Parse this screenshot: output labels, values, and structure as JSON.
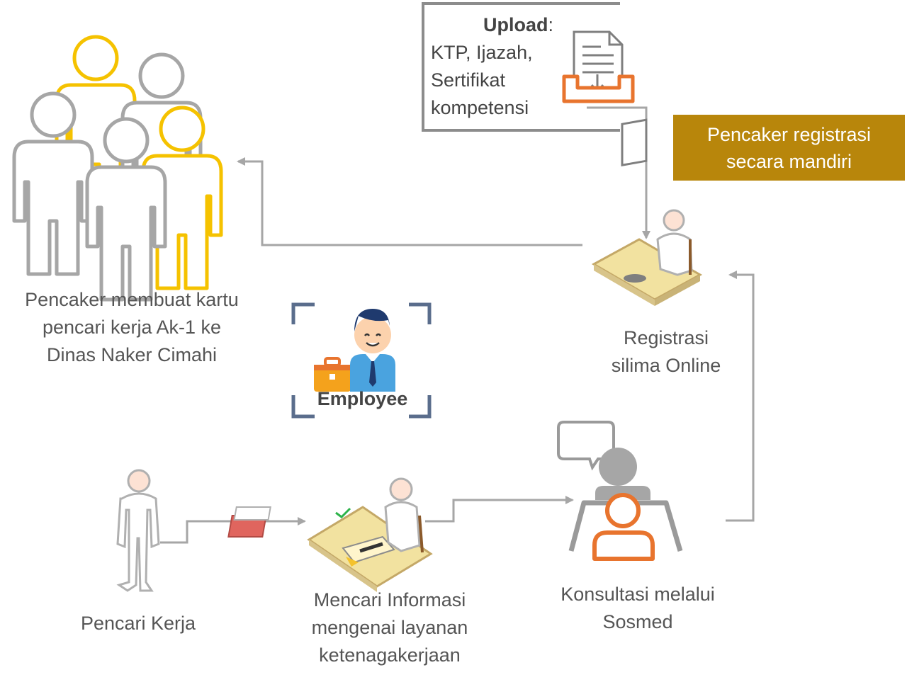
{
  "upload": {
    "title": "Upload",
    "colon": ":",
    "lines": [
      "KTP, Ijazah,",
      "Sertifikat",
      "kompetensi"
    ]
  },
  "banner": {
    "lines": [
      "Pencaker registrasi",
      "secara mandiri"
    ]
  },
  "nodes": {
    "pencaker_card": {
      "lines": [
        "Pencaker membuat kartu",
        "pencari kerja Ak-1 ke",
        "Dinas Naker Cimahi"
      ]
    },
    "registrasi": {
      "lines": [
        "Registrasi",
        "silima Online"
      ]
    },
    "pencari_kerja": {
      "lines": [
        "Pencari Kerja"
      ]
    },
    "mencari_info": {
      "lines": [
        "Mencari Informasi",
        "mengenai layanan",
        "ketenagakerjaan"
      ]
    },
    "konsultasi": {
      "lines": [
        "Konsultasi melalui",
        "Sosmed"
      ]
    }
  },
  "employee": {
    "label": "Employee"
  },
  "colors": {
    "gray": "#a6a6a6",
    "yellow": "#f5c200",
    "orange": "#e8742e",
    "banner": "#b8860b",
    "text": "#555555"
  }
}
